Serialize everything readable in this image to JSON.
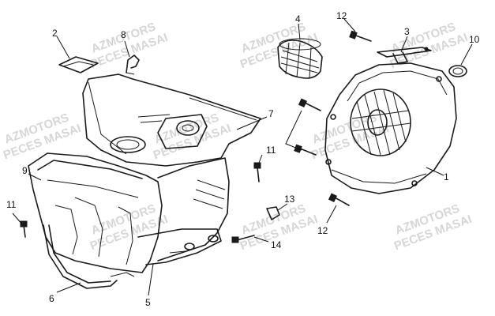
{
  "watermark": {
    "brand": "AZMOTORS",
    "model": "PECES MASAI"
  },
  "callouts": {
    "c1": "1",
    "c2": "2",
    "c3": "3",
    "c4": "4",
    "c5": "5",
    "c6": "6",
    "c7": "7",
    "c8": "8",
    "c9": "9",
    "c10": "10",
    "c11a": "11",
    "c11b": "11",
    "c12a": "12",
    "c12b": "12",
    "c13": "13",
    "c14": "14"
  }
}
